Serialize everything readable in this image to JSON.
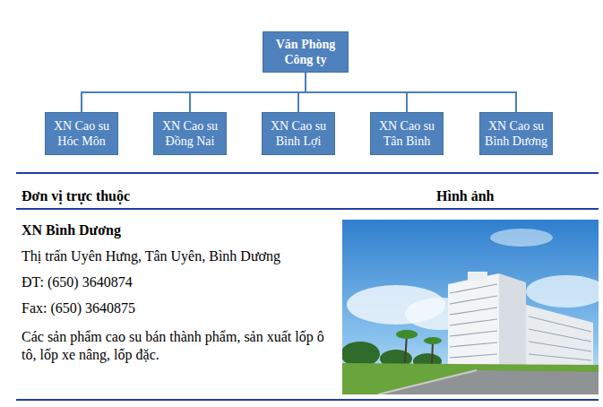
{
  "diagram": {
    "nodes": [
      {
        "text": [
          "Văn Phòng Công ty"
        ]
      },
      {
        "text": [
          "XN Cao su Hóc Môn"
        ]
      },
      {
        "text": [
          "XN Cao su Đồng Nai"
        ]
      },
      {
        "text": [
          "XN Cao su Bình Lợi"
        ]
      },
      {
        "text": [
          "XN Cao su Tân Bình"
        ]
      },
      {
        "text": [
          "XN Cao su Bình Dương"
        ]
      }
    ],
    "edges": [
      {
        "from": 0,
        "to": 1,
        "arrow": "none"
      },
      {
        "from": 0,
        "to": 2,
        "arrow": "none"
      },
      {
        "from": 0,
        "to": 3,
        "arrow": "none"
      },
      {
        "from": 0,
        "to": 4,
        "arrow": "none"
      },
      {
        "from": 0,
        "to": 5,
        "arrow": "none"
      }
    ],
    "labels": [
      "Đơn vị trực thuộc",
      "Hình ảnh",
      "XN Bình Dương",
      "Thị trấn Uyên Hưng, Tân Uyên, Bình Dương",
      "ĐT: (650) 3640874",
      "Fax: (650) 3640875",
      "Các sản phẩm cao su bán thành phẩm, sản xuất lốp ô tô, lốp xe nâng, lốp đặc."
    ]
  }
}
